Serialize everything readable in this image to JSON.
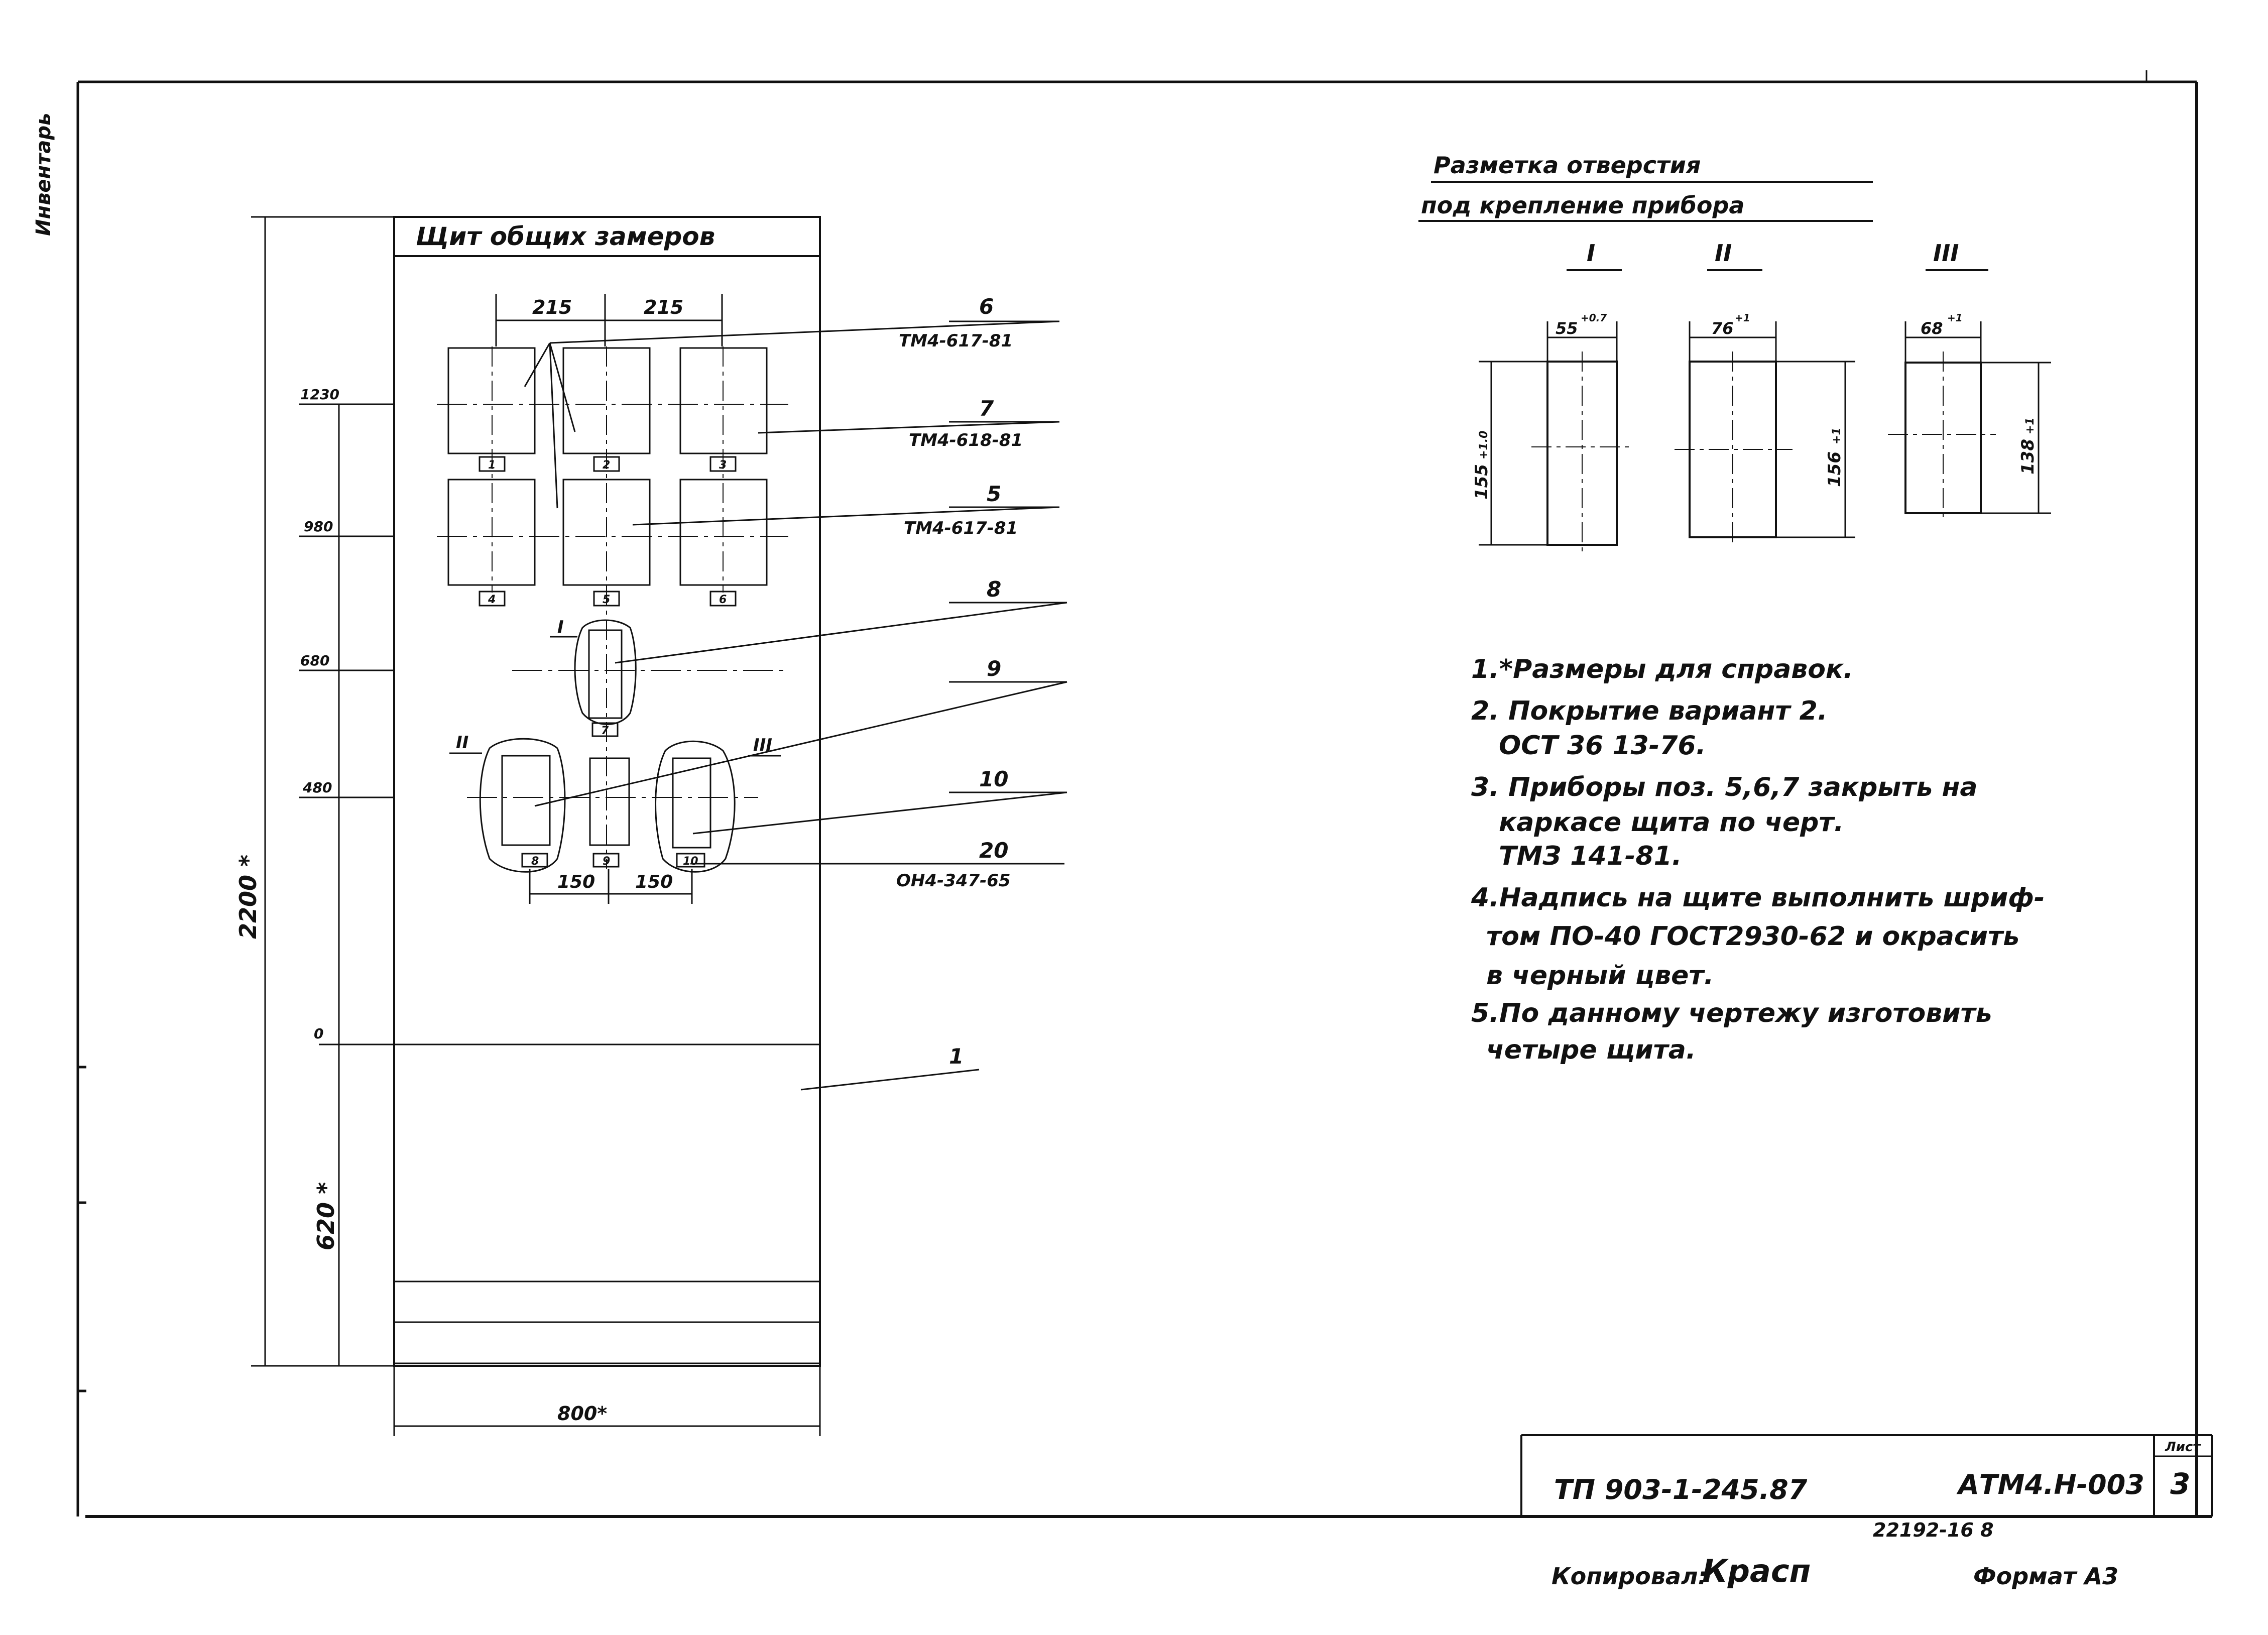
{
  "margin_note": "Инвентарь",
  "panel": {
    "title": "Щит общих замеров",
    "dim_215_a": "215",
    "dim_215_b": "215",
    "dim_150_a": "150",
    "dim_150_b": "150",
    "width_800": "800*",
    "height_2200": "2200 *",
    "height_620": "620 *",
    "levels": [
      "1230",
      "980",
      "680",
      "480",
      "0"
    ],
    "device_numbers": [
      "1",
      "2",
      "3",
      "4",
      "5",
      "6",
      "7",
      "8",
      "9",
      "10"
    ],
    "roman_1": "I",
    "roman_2": "II",
    "roman_3": "III"
  },
  "callouts": [
    {
      "pos": "6",
      "doc": "ТМ4-617-81"
    },
    {
      "pos": "7",
      "doc": "ТМ4-618-81"
    },
    {
      "pos": "5",
      "doc": "ТМ4-617-81"
    },
    {
      "pos": "8",
      "doc": ""
    },
    {
      "pos": "9",
      "doc": ""
    },
    {
      "pos": "10",
      "doc": ""
    },
    {
      "pos": "20",
      "doc": "ОН4-347-65"
    },
    {
      "pos": "1",
      "doc": ""
    }
  ],
  "marking": {
    "title_line1": "Разметка отверстия",
    "title_line2": "под крепление прибора",
    "views": [
      {
        "roman": "I",
        "width": "55",
        "width_tol": "+0.7",
        "height": "155",
        "height_tol": "+1.0"
      },
      {
        "roman": "II",
        "width": "76",
        "width_tol": "+1",
        "height": "156",
        "height_tol": "+1"
      },
      {
        "roman": "III",
        "width": "68",
        "width_tol": "+1",
        "height": "138",
        "height_tol": "+1"
      }
    ]
  },
  "notes": [
    "1.*Размеры для справок.",
    "2. Покрытие вариант 2.",
    "ОСТ 36 13-76.",
    "3. Приборы поз. 5,6,7 закрыть на",
    "каркасе щита по черт.",
    "ТМЗ 141-81.",
    "4.Надпись на щите выполнить шриф-",
    "том ПО-40 ГОСТ2930-62 и окрасить",
    "в черный цвет.",
    "5.По данному чертежу изготовить",
    "четыре щита."
  ],
  "title_block": {
    "project": "ТП 903-1-245.87",
    "code": "АТМ4.Н-003",
    "sheet_label": "Лист",
    "sheet_number": "3",
    "inventory": "22192-16 8"
  },
  "footer": {
    "copied_by": "Копировал:",
    "copier_name": "Красп",
    "format": "Формат А3"
  }
}
